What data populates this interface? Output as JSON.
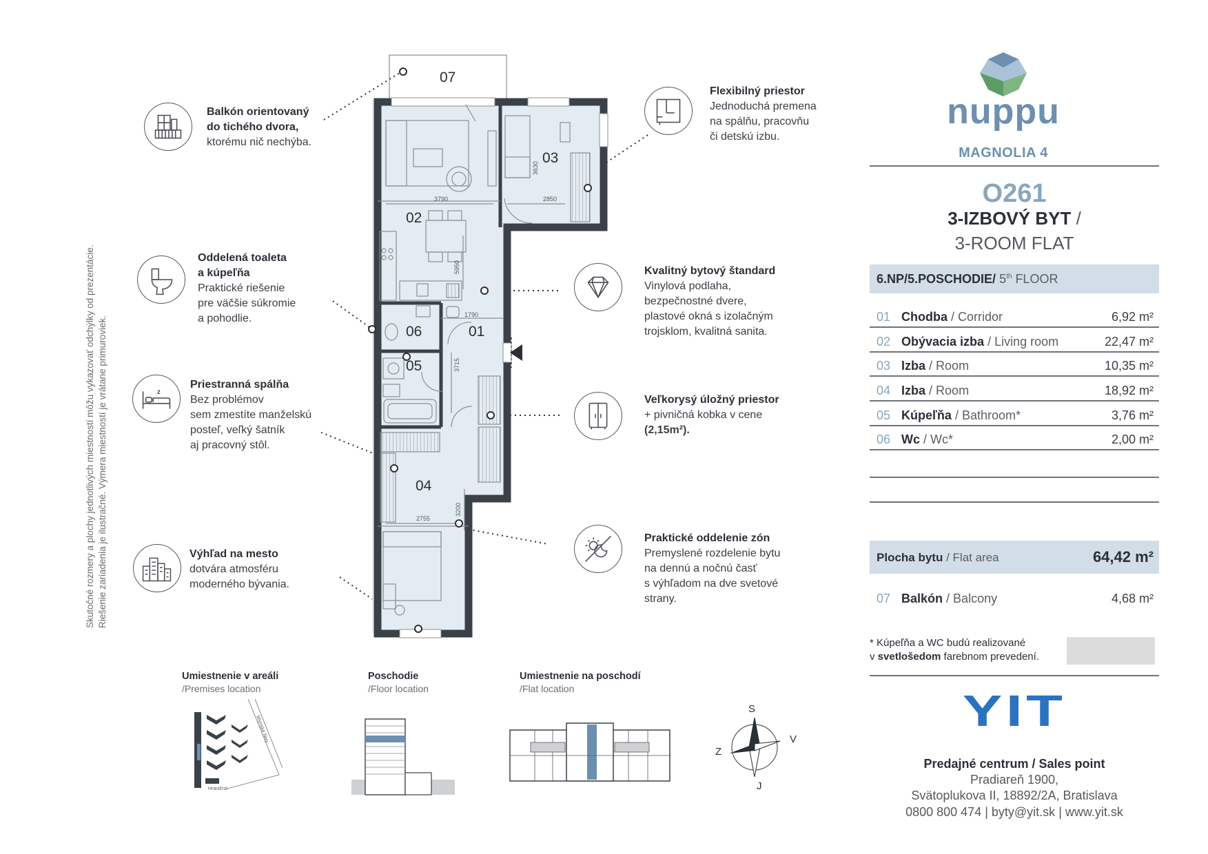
{
  "side_note": {
    "line1": "Skutočné rozmery a plochy jednotlivých miestností môžu vykazovať odchýlky od prezentácie.",
    "line2": "Riešenie zariadenia je ilustračné. Výmera miestností je vrátane primuroviek."
  },
  "features": [
    {
      "title_l1": "Balkón orientovaný",
      "title_l2": "do tichého dvora,",
      "lines": [
        "ktorému nič nechýba."
      ],
      "icon": "balcony-icon"
    },
    {
      "title_l1": "Oddelená toaleta",
      "title_l2": "a kúpeľňa",
      "lines": [
        "Praktické riešenie",
        "pre väčšie súkromie",
        "a pohodlie."
      ],
      "icon": "toilet-icon"
    },
    {
      "title_l1": "Priestranná spálňa",
      "title_l2": "",
      "lines": [
        "Bez problémov",
        "sem zmestíte manželskú",
        "posteľ, veľký šatník",
        "aj pracovný stôl."
      ],
      "icon": "bed-icon"
    },
    {
      "title_l1": "Výhľad na mesto",
      "title_l2": "",
      "lines": [
        "dotvára atmosféru",
        "moderného bývania."
      ],
      "icon": "city-icon"
    },
    {
      "title_l1": "Flexibilný priestor",
      "title_l2": "",
      "lines": [
        "Jednoduchá premena",
        "na spálňu, pracovňu",
        "či detskú izbu."
      ],
      "icon": "floorplan-icon"
    },
    {
      "title_l1": "Kvalitný bytový štandard",
      "title_l2": "",
      "lines": [
        "Vinylová podlaha,",
        "bezpečnostné dvere,",
        "plastové okná s izolačným",
        "trojsklom, kvalitná sanita."
      ],
      "icon": "diamond-icon"
    },
    {
      "title_l1": "Veľkorysý úložný priestor",
      "title_l2": "",
      "lines": [
        "+ pivničná kobka v cene"
      ],
      "extra_bold": "(2,15m²).",
      "icon": "wardrobe-icon"
    },
    {
      "title_l1": "Praktické oddelenie zón",
      "title_l2": "",
      "lines": [
        "Premyslené rozdelenie bytu",
        "na dennú a nočnú časť",
        "s výhľadom na dve svetové",
        "strany."
      ],
      "icon": "day-night-icon"
    }
  ],
  "plan": {
    "room_labels": {
      "r07": "07",
      "r03": "03",
      "r02": "02",
      "r06": "06",
      "r01": "01",
      "r05": "05",
      "r04": "04"
    },
    "dims": {
      "d3790": "3790",
      "d2850": "2850",
      "d3630": "3630",
      "d5950": "5950",
      "d1790": "1790",
      "d3715": "3715",
      "d2755": "2755",
      "d3200": "3200"
    }
  },
  "brand": {
    "name": "nuppu",
    "project": "MAGNOLIA 4",
    "unit_code": "O261",
    "type_sk": "3-IZBOVÝ BYT",
    "type_sep": " /",
    "type_en": "3-ROOM FLAT",
    "colors": {
      "blue": "#6d8fb0",
      "dark_blue": "#4f6f8f",
      "green": "#7fb583",
      "light_blue": "#a9c2d8",
      "yit_blue": "#2b73bf"
    }
  },
  "floor": {
    "sk": "6.NP/5.POSCHODIE/",
    "en_num": "5",
    "en_sup": "th",
    "en_word": " FLOOR"
  },
  "rooms": [
    {
      "num": "01",
      "name": "Chodba",
      "en": "Corridor",
      "area": "6,92 m²"
    },
    {
      "num": "02",
      "name": "Obývacia izba",
      "en": "Living room",
      "area": "22,47 m²"
    },
    {
      "num": "03",
      "name": "Izba",
      "en": "Room",
      "area": "10,35 m²"
    },
    {
      "num": "04",
      "name": "Izba",
      "en": "Room",
      "area": "18,92 m²"
    },
    {
      "num": "05",
      "name": "Kúpeľňa",
      "en": "Bathroom*",
      "area": "3,76 m²"
    },
    {
      "num": "06",
      "name": "Wc",
      "en": "Wc*",
      "area": "2,00 m²"
    }
  ],
  "flat_area": {
    "label": "Plocha bytu",
    "en": "Flat area",
    "value": "64,42 m²"
  },
  "balcony": {
    "num": "07",
    "name": "Balkón",
    "en": "Balcony",
    "area": "4,68 m²"
  },
  "footnote": {
    "line1": "* Kúpeľňa a WC budú realizované",
    "pre": "v ",
    "bold": "svetlošedom",
    "post": " farebnom prevedení."
  },
  "locations": [
    {
      "title": "Umiestnenie v areáli",
      "en": "/Premises location"
    },
    {
      "title": "Poschodie",
      "en": "/Floor location"
    },
    {
      "title": "Umiestnenie na poschodí",
      "en": "/Flat location"
    }
  ],
  "site_labels": {
    "street1": "Mlynské Nivy",
    "street2": "Hraničná"
  },
  "compass": {
    "n": "S",
    "e": "V",
    "s": "J",
    "w": "Z"
  },
  "sales": {
    "logo": "YIT",
    "title": "Predajné centrum / Sales point",
    "addr1": "Pradiareň 1900,",
    "addr2": "Svätoplukova II, 18892/2A, Bratislava",
    "phone": "0800 800 474",
    "email": "byty@yit.sk",
    "web": "www.yit.sk"
  }
}
